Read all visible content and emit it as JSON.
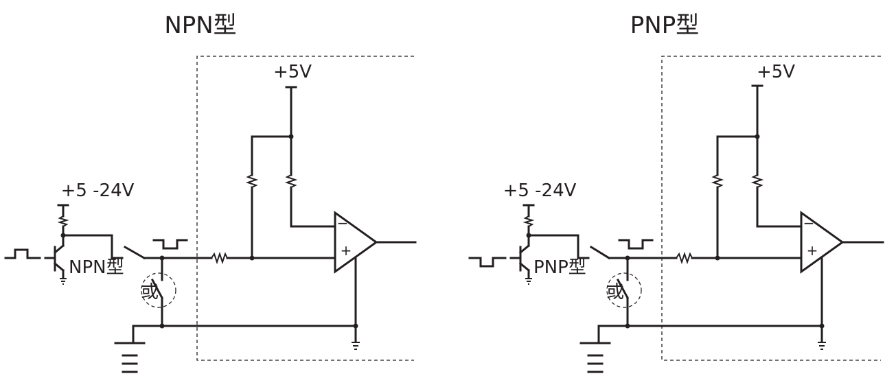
{
  "diagrams": [
    {
      "title": "NPN型",
      "opamp_supply": "+5V",
      "sensor_supply": "+5 -24V",
      "transistor_label": "NPN型",
      "alt_label": "或",
      "opamp_minus": "−",
      "opamp_plus": "+"
    },
    {
      "title": "PNP型",
      "opamp_supply": "+5V",
      "sensor_supply": "+5 -24V",
      "transistor_label": "PNP型",
      "alt_label": "或",
      "opamp_minus": "−",
      "opamp_plus": "+"
    }
  ],
  "colors": {
    "line": "#231f20",
    "background": "#ffffff"
  }
}
